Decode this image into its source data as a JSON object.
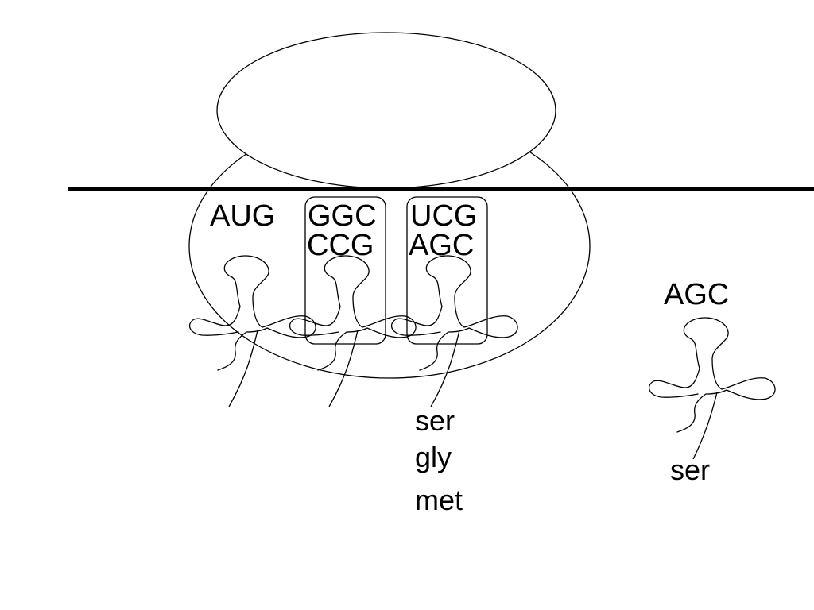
{
  "codons": [
    "AUG",
    "GGC",
    "UCG"
  ],
  "anticodons": [
    "CCG",
    "AGC"
  ],
  "free_trna": {
    "anticodon": "AGC",
    "amino_acid": "ser"
  },
  "peptide_chain": [
    "ser",
    "gly",
    "met"
  ]
}
